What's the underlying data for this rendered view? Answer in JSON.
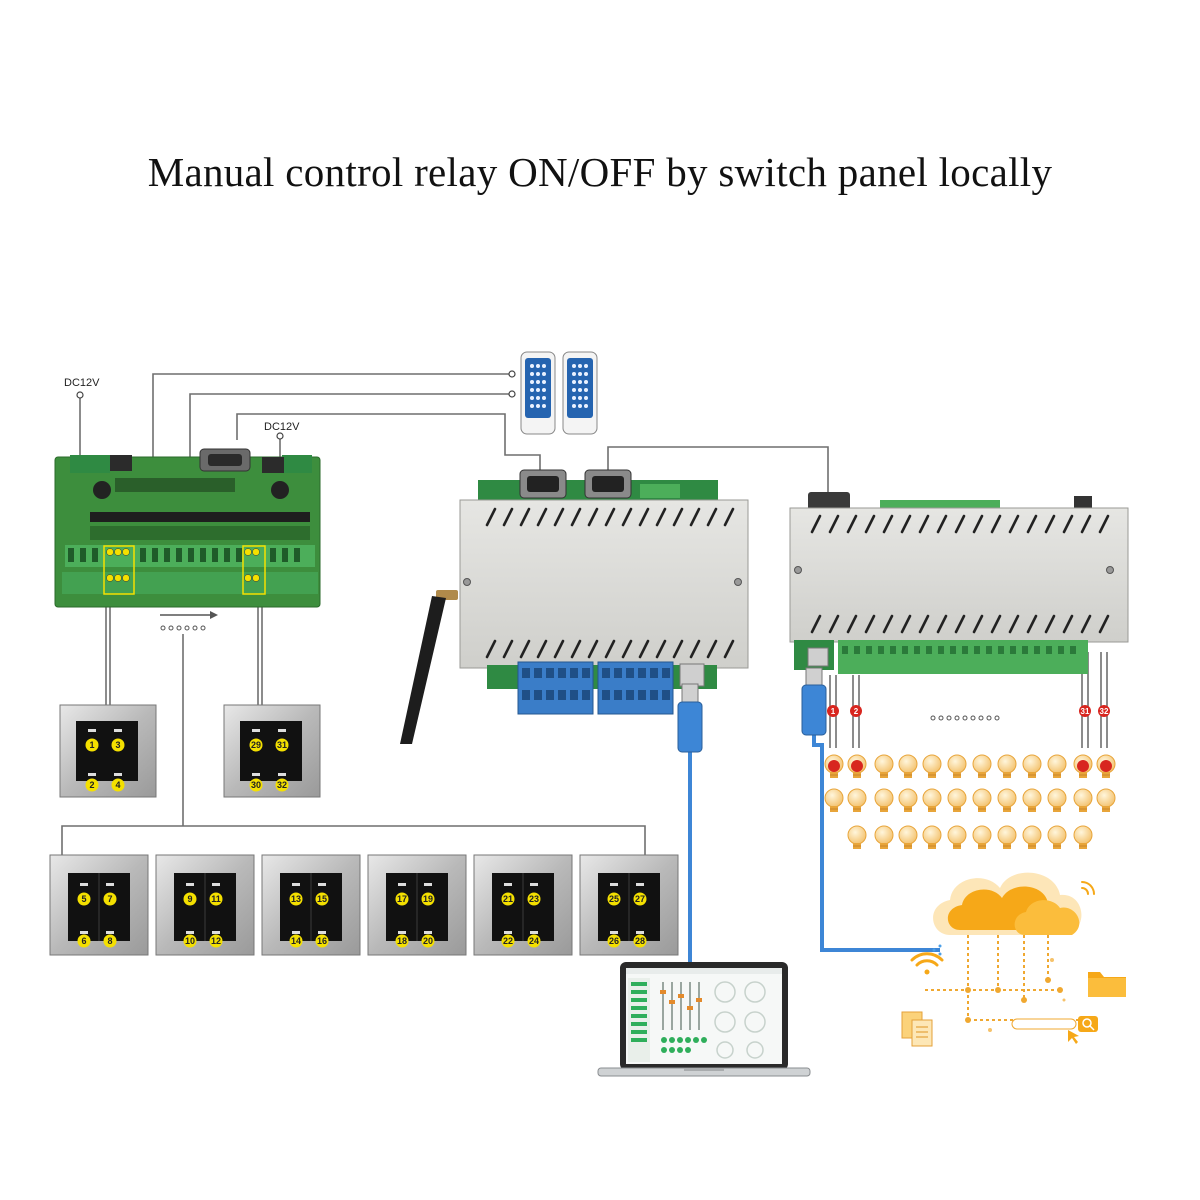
{
  "title": "Manual control relay ON/OFF by switch panel locally",
  "labels": {
    "dc_left": "DC12V",
    "dc_right": "DC12V"
  },
  "switch_panels": [
    {
      "top": [
        "1",
        "3"
      ],
      "bottom": [
        "2",
        "4"
      ]
    },
    {
      "top": [
        "29",
        "31"
      ],
      "bottom": [
        "30",
        "32"
      ]
    },
    {
      "top": [
        "5",
        "7"
      ],
      "bottom": [
        "6",
        "8"
      ]
    },
    {
      "top": [
        "9",
        "11"
      ],
      "bottom": [
        "10",
        "12"
      ]
    },
    {
      "top": [
        "13",
        "15"
      ],
      "bottom": [
        "14",
        "16"
      ]
    },
    {
      "top": [
        "17",
        "19"
      ],
      "bottom": [
        "18",
        "20"
      ]
    },
    {
      "top": [
        "21",
        "23"
      ],
      "bottom": [
        "22",
        "24"
      ]
    },
    {
      "top": [
        "25",
        "27"
      ],
      "bottom": [
        "26",
        "28"
      ]
    }
  ],
  "bulb_markers": [
    "1",
    "2",
    "31",
    "32"
  ],
  "colors": {
    "pcb": "#3a8c3a",
    "terminal": "#4cae5a",
    "relay_blue": "#3a7dc8",
    "cable": "#3d86d6",
    "bulb": "#f6c26a",
    "marker": "#d8261f",
    "cloud": "#f6a818"
  },
  "icons": [
    "remote-control-icon",
    "antenna-icon",
    "laptop-icon",
    "cloud-network-icon",
    "wifi-icon",
    "folder-icon",
    "document-icon",
    "search-icon"
  ]
}
